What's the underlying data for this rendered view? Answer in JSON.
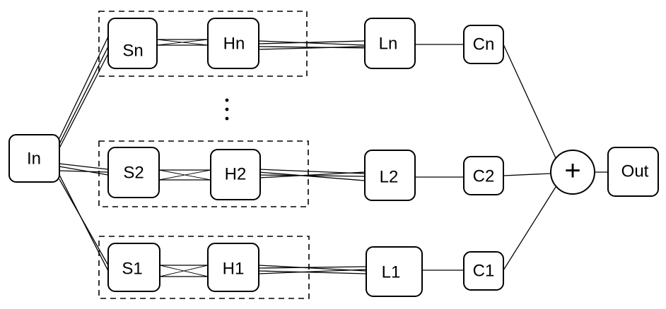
{
  "nodes": {
    "input": "In",
    "output": "Out",
    "sum_symbol": "+",
    "ellipsis": "⋮",
    "branch_n": {
      "s": "Sn",
      "h": "Hn",
      "l": "Ln",
      "c": "Cn"
    },
    "branch_2": {
      "s": "S2",
      "h": "H2",
      "l": "L2",
      "c": "C2"
    },
    "branch_1": {
      "s": "S1",
      "h": "H1",
      "l": "L1",
      "c": "C1"
    }
  }
}
